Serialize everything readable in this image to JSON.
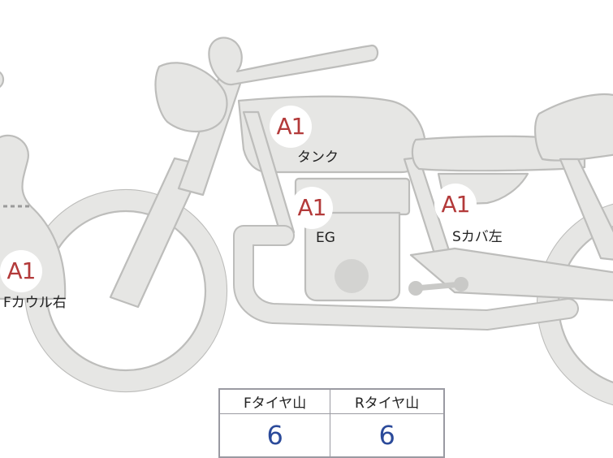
{
  "parts": [
    {
      "id": "tank",
      "grade": "A1",
      "label": "タンク"
    },
    {
      "id": "engine",
      "grade": "A1",
      "label": "EG"
    },
    {
      "id": "side-cover-left",
      "grade": "A1",
      "label": "Sカバ左"
    },
    {
      "id": "front-cowl-right",
      "grade": "A1",
      "label": "Fカウル右"
    }
  ],
  "tire_tread": {
    "headers": [
      "Fタイヤ山",
      "Rタイヤ山"
    ],
    "values": [
      "6",
      "6"
    ]
  },
  "colors": {
    "part_fill": "#e6e6e4",
    "part_outline": "#bdbdbb",
    "grade_text": "#b33a3a",
    "tread_value_text": "#2b4a9a",
    "table_border": "#9a9aa2"
  }
}
